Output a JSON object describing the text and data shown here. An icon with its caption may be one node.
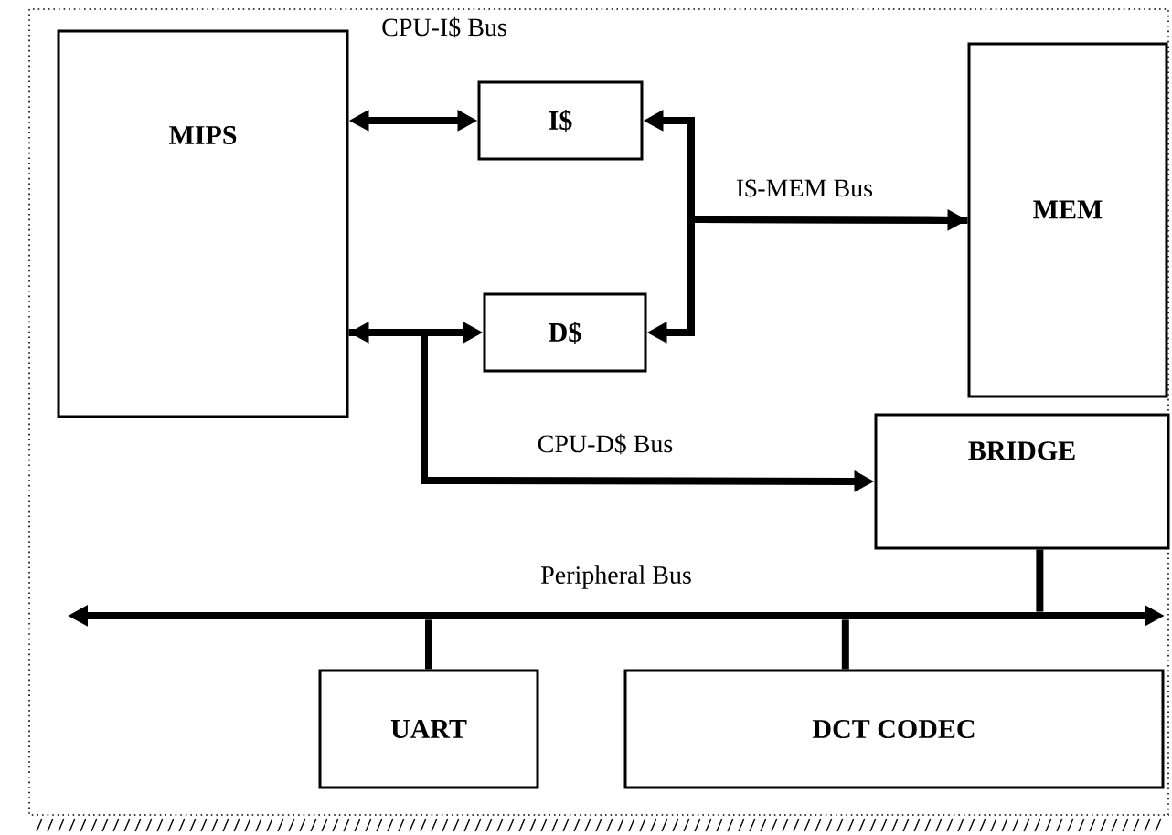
{
  "diagram": {
    "nodes": [
      {
        "text": [
          "MIPS"
        ]
      },
      {
        "text": [
          "I$"
        ]
      },
      {
        "text": [
          "D$"
        ]
      },
      {
        "text": [
          "MEM"
        ]
      },
      {
        "text": [
          "BRIDGE"
        ]
      },
      {
        "text": [
          "UART"
        ]
      },
      {
        "text": [
          "DCT CODEC"
        ]
      },
      {
        "text": [
          "Peripheral Bus"
        ]
      }
    ],
    "edges": [
      {
        "from": 0,
        "to": 1,
        "arrow": "both",
        "label": "CPU-I$ Bus"
      },
      {
        "from": 0,
        "to": 2,
        "arrow": "both"
      },
      {
        "from": 1,
        "to": 3,
        "arrow": "both",
        "label": "I$-MEM Bus"
      },
      {
        "from": 3,
        "to": 2,
        "arrow": "to"
      },
      {
        "from": 0,
        "to": 4,
        "arrow": "to",
        "label": "CPU-D$ Bus"
      },
      {
        "from": 4,
        "to": 7,
        "arrow": "none"
      },
      {
        "from": 5,
        "to": 7,
        "arrow": "none"
      },
      {
        "from": 6,
        "to": 7,
        "arrow": "none"
      }
    ]
  }
}
